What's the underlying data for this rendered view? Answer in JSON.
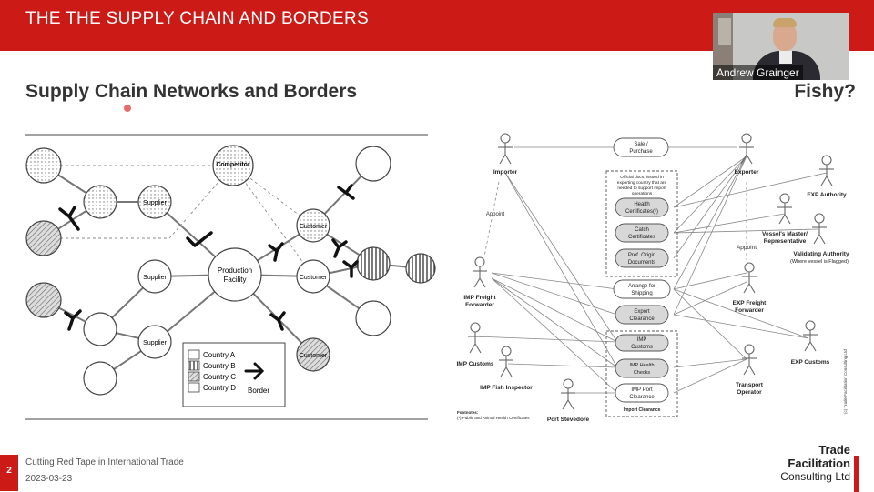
{
  "header": {
    "title": "THE THE SUPPLY CHAIN AND BORDERS"
  },
  "slide": {
    "title": "Supply Chain Networks and Borders",
    "right_title": "Fishy?"
  },
  "webcam": {
    "name": "Andrew Grainger"
  },
  "left_diagram": {
    "nodes": {
      "competitor": "Competitor",
      "supplier_top": "Supplier",
      "supplier_mid": "Supplier",
      "supplier_bottom": "Supplier",
      "production": "Production Facility",
      "customer_top": "Customer",
      "customer_mid": "Customer",
      "customer_bottom": "Customer"
    },
    "legend": {
      "items": [
        "Country A",
        "Country B",
        "Country C",
        "Country D"
      ],
      "border_label": "Border"
    }
  },
  "right_diagram": {
    "actors": {
      "importer": "Importer",
      "exporter": "Exporter",
      "exp_authority": "EXP Authority",
      "vessel_master": "Vessel's Master/ Representative",
      "validating_authority": "Validating Authority",
      "validating_note": "(Where vessel is Flagged)",
      "imp_freight": "IMP Freight Forwarder",
      "exp_freight": "EXP Freight Forwarder",
      "imp_customs": "IMP Customs",
      "imp_fish": "IMP Fish Inspector",
      "exp_customs": "EXP Customs",
      "transport": "Transport Operator",
      "port_stevedore": "Port Stevedore"
    },
    "appoint_left": "Appoint",
    "appoint_right": "Appoint",
    "processes": {
      "sale": "Sale / Purchase",
      "official_docs": "Official docs, issued in exporting country that are needed to support import operations",
      "health_cert": "Health Certificates(¹)",
      "catch_cert": "Catch Certificates",
      "pref_origin": "Pref. Origin Documents",
      "arrange_shipping": "Arrange for Shipping",
      "export_clearance": "Export Clearance",
      "imp_customs_proc": "IMP Customs",
      "imp_health": "IMP Health Checks",
      "imp_port": "IMP Port Clearance",
      "import_clearance": "Import Clearance"
    },
    "footnote_title": "Footnotes:",
    "footnote_text": "(¹) Public and Animal Health Certificates",
    "copyright": "(c) Trade Facilitation Consulting Ltd"
  },
  "footer": {
    "page": "2",
    "subtitle": "Cutting Red Tape in International Trade",
    "date": "2023-03-23"
  },
  "logo": {
    "line1": "Trade",
    "line2": "Facilitation",
    "line3": "Consulting Ltd"
  },
  "colors": {
    "brand_red": "#cc1b17",
    "country_b": "vertical-stripes",
    "country_c": "hatched",
    "node_dotted": "dotted"
  }
}
